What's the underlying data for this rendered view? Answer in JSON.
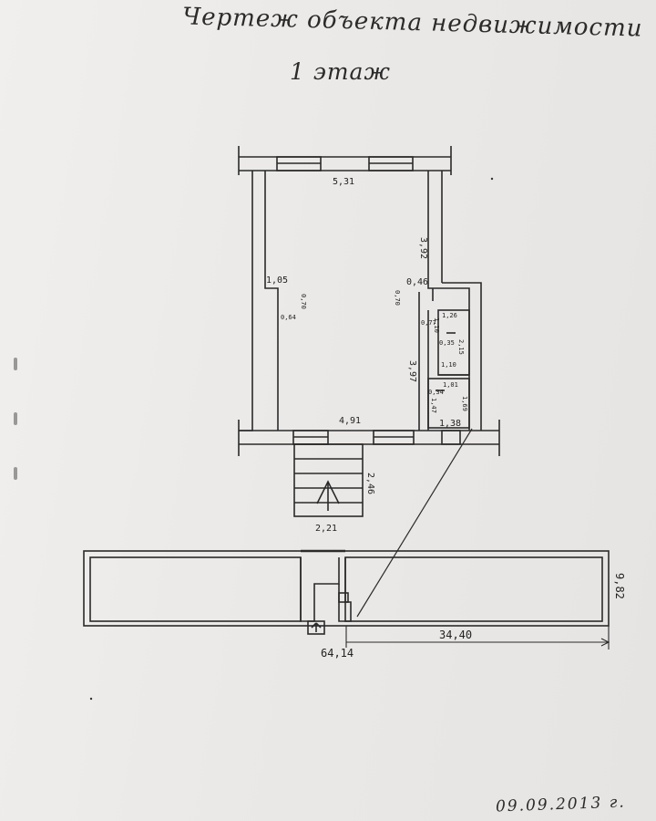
{
  "document": {
    "title_line1": "Чертеж объекта недвижимости",
    "title_line2": "1 этаж",
    "date": "09.09.2013 г."
  },
  "plan": {
    "dimensions": {
      "top_width": "5,31",
      "right_upper": "3,92",
      "left_offset": "1,05",
      "left_niche_height": "0,70",
      "left_niche_width": "0,64",
      "right_offset_a": "0,70",
      "right_offset_b": "0,46",
      "right_side": "3,97",
      "small_a": "0,77",
      "small_b": "1,26",
      "small_c": "1,10",
      "small_d": "0,35",
      "small_e": "1,10",
      "small_f": "2,15",
      "small_g": "0,34",
      "small_h": "1,01",
      "small_i": "1,47",
      "small_j": "1,69",
      "bottom_small": "1,38",
      "bottom_width": "4,91",
      "stair_height": "2,46",
      "stair_width": "2,21"
    }
  },
  "site": {
    "dimensions": {
      "total_length": "64,14",
      "right_length": "34,40",
      "height": "9,82"
    }
  }
}
